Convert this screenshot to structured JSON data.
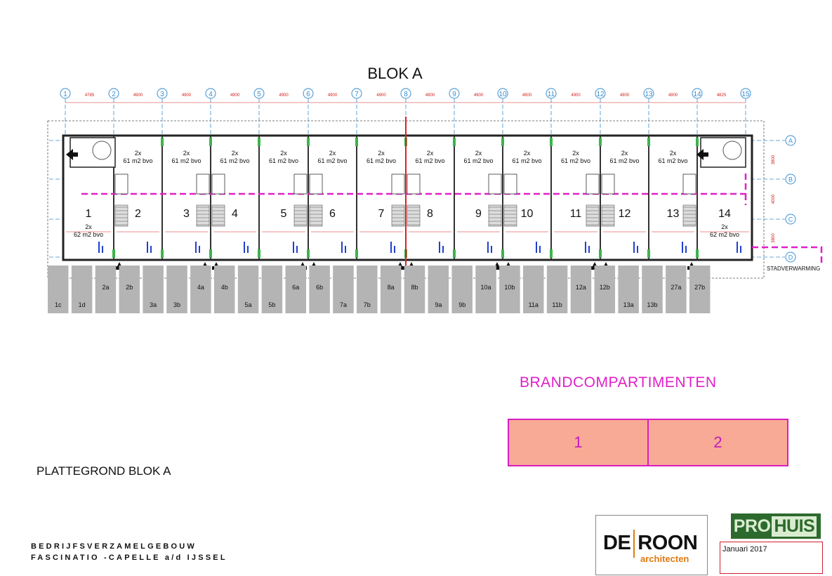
{
  "title": "BLOK A",
  "grid_columns": [
    "1",
    "2",
    "3",
    "4",
    "5",
    "6",
    "7",
    "8",
    "9",
    "10",
    "11",
    "12",
    "13",
    "14",
    "15"
  ],
  "grid_rows": [
    "A",
    "B",
    "C",
    "D"
  ],
  "dimensions": [
    "4785",
    "4900",
    "4900",
    "4900",
    "4900",
    "4900",
    "4900",
    "4900",
    "4900",
    "4900",
    "4900",
    "4900",
    "4900",
    "4825"
  ],
  "row_dimensions": [
    "3800",
    "4000",
    "3800"
  ],
  "units": [
    {
      "number": "1",
      "area": "2x\n62 m2 bvo",
      "area_pos": "bottom"
    },
    {
      "number": "2",
      "area": "2x\n61 m2 bvo",
      "area_pos": "top"
    },
    {
      "number": "3",
      "area": "2x\n61 m2 bvo",
      "area_pos": "top"
    },
    {
      "number": "4",
      "area": "2x\n61 m2 bvo",
      "area_pos": "top"
    },
    {
      "number": "5",
      "area": "2x\n61 m2 bvo",
      "area_pos": "top"
    },
    {
      "number": "6",
      "area": "2x\n61 m2 bvo",
      "area_pos": "top"
    },
    {
      "number": "7",
      "area": "2x\n61 m2 bvo",
      "area_pos": "top"
    },
    {
      "number": "8",
      "area": "2x\n61 m2 bvo",
      "area_pos": "top"
    },
    {
      "number": "9",
      "area": "2x\n61 m2 bvo",
      "area_pos": "top"
    },
    {
      "number": "10",
      "area": "2x\n61 m2 bvo",
      "area_pos": "top"
    },
    {
      "number": "11",
      "area": "2x\n61 m2 bvo",
      "area_pos": "top"
    },
    {
      "number": "12",
      "area": "2x\n61 m2 bvo",
      "area_pos": "top"
    },
    {
      "number": "13",
      "area": "2x\n61 m2 bvo",
      "area_pos": "top"
    },
    {
      "number": "14",
      "area": "2x\n62 m2 bvo",
      "area_pos": "bottom"
    }
  ],
  "parking": [
    "1c",
    "1d",
    "2a",
    "2b",
    "3a",
    "3b",
    "4a",
    "4b",
    "5a",
    "5b",
    "6a",
    "6b",
    "7a",
    "7b",
    "8a",
    "8b",
    "9a",
    "9b",
    "10a",
    "10b",
    "11a",
    "11b",
    "12a",
    "12b",
    "13a",
    "13b",
    "27a",
    "27b"
  ],
  "stadverwarming_label": "STADVERWARMING",
  "brand_title": "BRANDCOMPARTIMENTEN",
  "compartments": [
    "1",
    "2"
  ],
  "plan_label": "PLATTEGROND BLOK A",
  "project_line1": "BEDRIJFSVERZAMELGEBOUW",
  "project_line2": "FASCINATIO -CAPELLE a/d IJSSEL",
  "logo_deroon": {
    "part1": "DE",
    "part2": "ROON",
    "sub": "architecten"
  },
  "logo_prohuis": {
    "part1": "PRO",
    "part2": "HUIS"
  },
  "date": "Januari 2017",
  "colors": {
    "magenta": "#e020c8",
    "compartment_fill": "#f9aa96",
    "grid_blue": "#3b8fd0",
    "dim_red": "#d02020"
  }
}
